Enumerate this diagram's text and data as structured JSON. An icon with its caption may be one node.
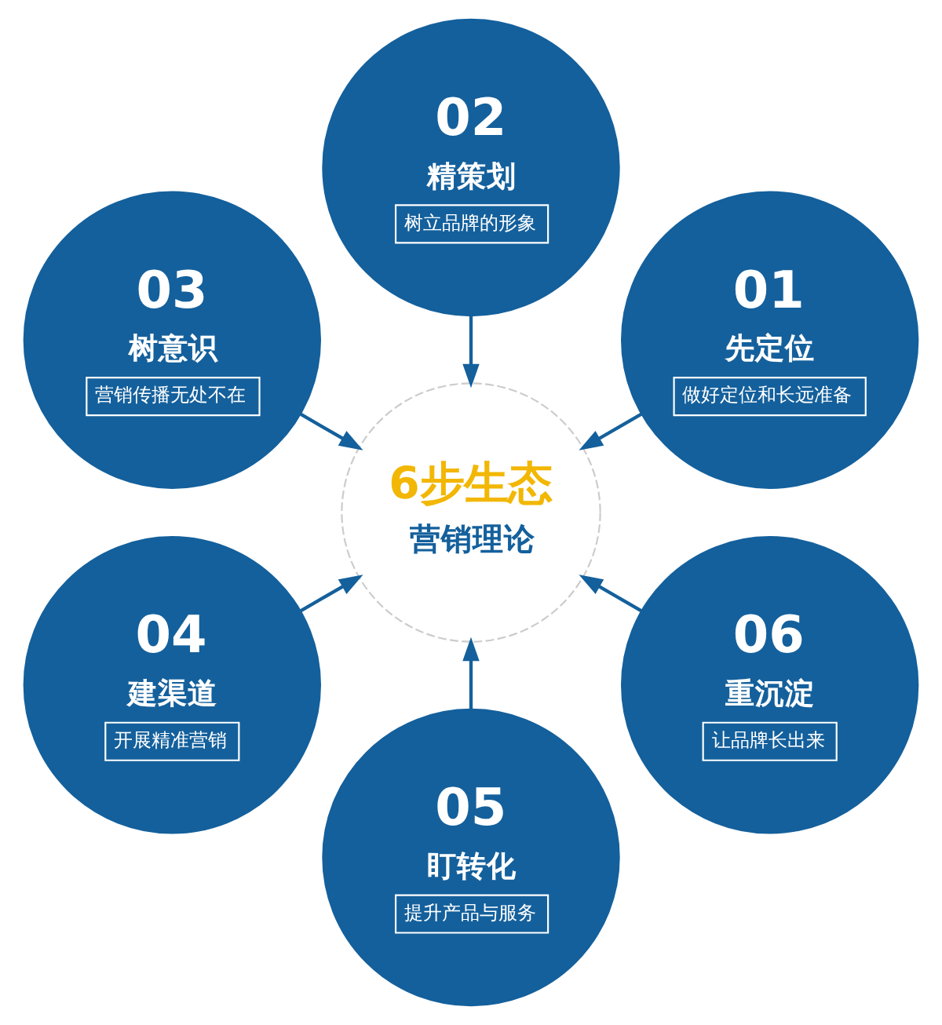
{
  "diagram": {
    "nodes": [
      {
        "text": [
          "6步生态",
          "营销理论"
        ]
      },
      {
        "text": [
          "01",
          "先定位",
          "做好定位和长远准备"
        ]
      },
      {
        "text": [
          "02",
          "精策划",
          "树立品牌的形象"
        ]
      },
      {
        "text": [
          "03",
          "树意识",
          "营销传播无处不在"
        ]
      },
      {
        "text": [
          "04",
          "建渠道",
          "开展精准营销"
        ]
      },
      {
        "text": [
          "05",
          "盯转化",
          "提升产品与服务"
        ]
      },
      {
        "text": [
          "06",
          "重沉淀",
          "让品牌长出来"
        ]
      }
    ],
    "edges": [
      {
        "from": 1,
        "to": 0,
        "arrow": "to"
      },
      {
        "from": 2,
        "to": 0,
        "arrow": "to"
      },
      {
        "from": 3,
        "to": 0,
        "arrow": "to"
      },
      {
        "from": 4,
        "to": 0,
        "arrow": "to"
      },
      {
        "from": 5,
        "to": 0,
        "arrow": "to"
      },
      {
        "from": 6,
        "to": 0,
        "arrow": "to"
      }
    ]
  }
}
